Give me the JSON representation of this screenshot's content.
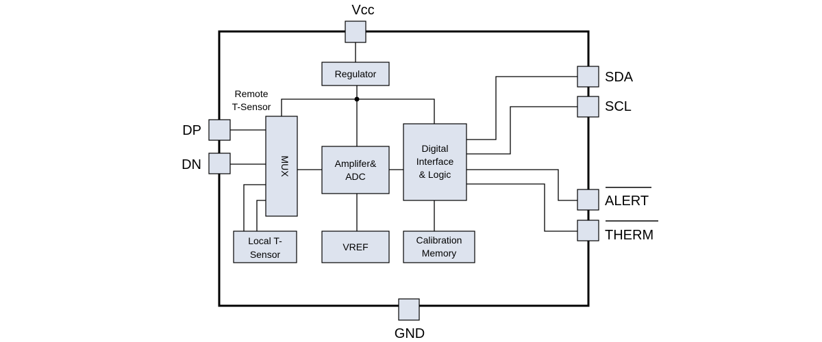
{
  "colors": {
    "block_fill": "#dde3ee",
    "line": "#000000",
    "background": "#ffffff"
  },
  "pins": {
    "vcc": "Vcc",
    "gnd": "GND",
    "sda": "SDA",
    "scl": "SCL",
    "alert": "ALERT",
    "therm": "THERM",
    "dp": "DP",
    "dn": "DN"
  },
  "blocks": {
    "regulator": "Regulator",
    "mux": "MUX",
    "amplifier_line1": "Amplifer&",
    "amplifier_line2": "ADC",
    "digital_line1": "Digital",
    "digital_line2": "Interface",
    "digital_line3": "& Logic",
    "vref": "VREF",
    "calibration_line1": "Calibration",
    "calibration_line2": "Memory",
    "local_line1": "Local T-",
    "local_line2": "Sensor"
  },
  "labels": {
    "remote_line1": "Remote",
    "remote_line2": "T-Sensor"
  }
}
